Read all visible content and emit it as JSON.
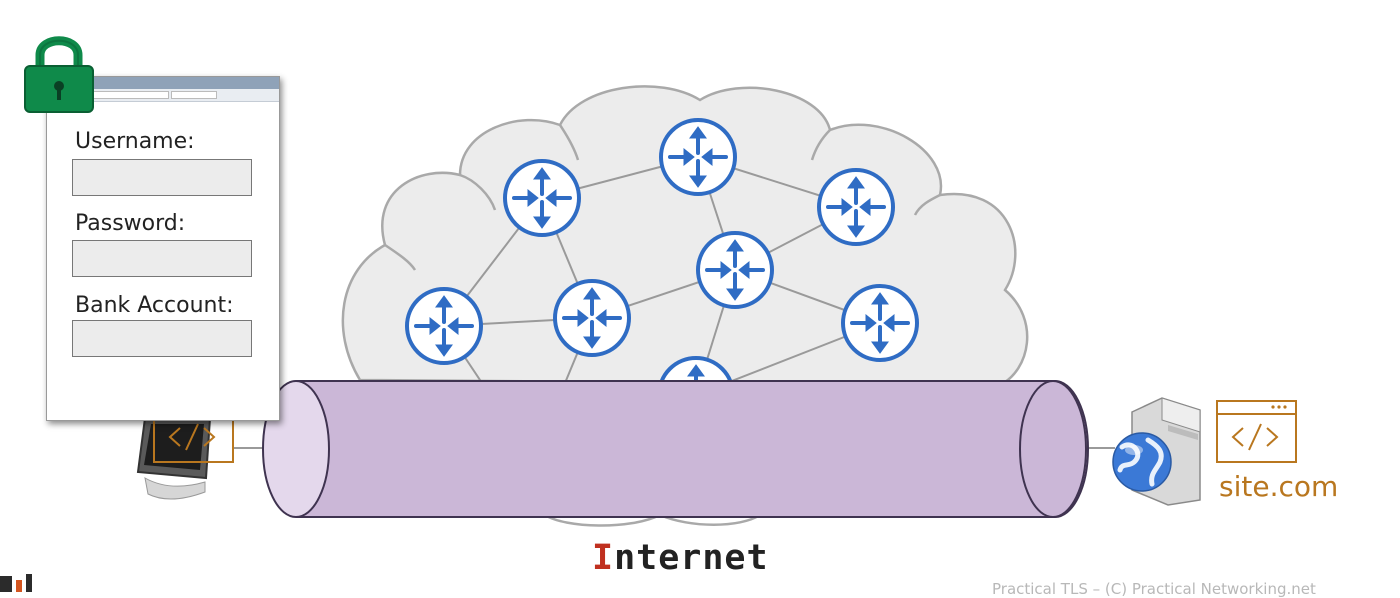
{
  "form": {
    "username_label": "Username:",
    "password_label": "Password:",
    "bank_account_label": "Bank Account:"
  },
  "internet_label_first": "I",
  "internet_label_rest": "nternet",
  "site_label": "site.com",
  "footer": "Practical TLS – (C) Practical Networking.net",
  "colors": {
    "router_blue": "#2f6cc4",
    "tunnel_fill": "#cbb7d7",
    "tunnel_stroke": "#3f3350",
    "lock_green": "#0f8a4a",
    "code_orange": "#b9771f",
    "cloud_fill": "#ececec"
  }
}
